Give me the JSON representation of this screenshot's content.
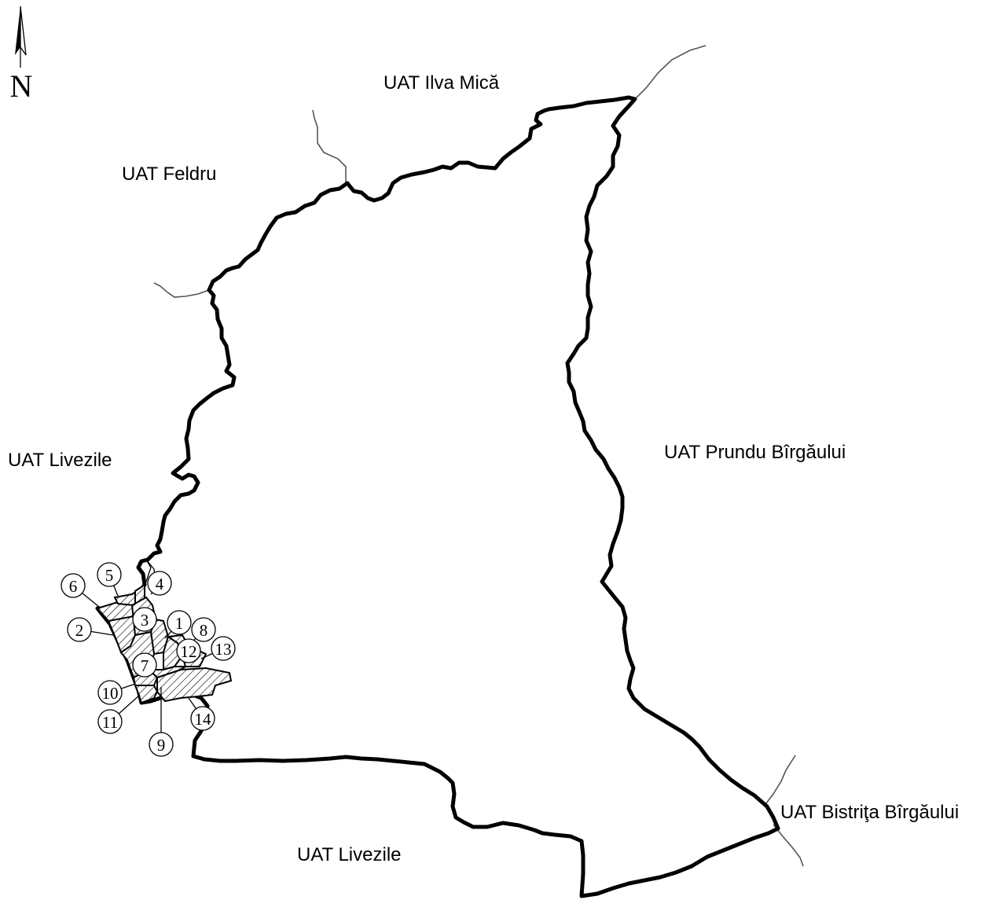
{
  "north": {
    "letter": "N"
  },
  "labels": {
    "ilva_mica": "UAT   Ilva Mică",
    "feldru": "UAT   Feldru",
    "livezile_west": "UAT   Livezile",
    "prundu": "UAT   Prundu Bîrgăului",
    "bistrita": "UAT   Bistriţa Bîrgăului",
    "livezile_south": "UAT   Livezile"
  },
  "parcels": [
    "1",
    "2",
    "3",
    "4",
    "5",
    "6",
    "7",
    "8",
    "9",
    "10",
    "11",
    "12",
    "13",
    "14"
  ]
}
